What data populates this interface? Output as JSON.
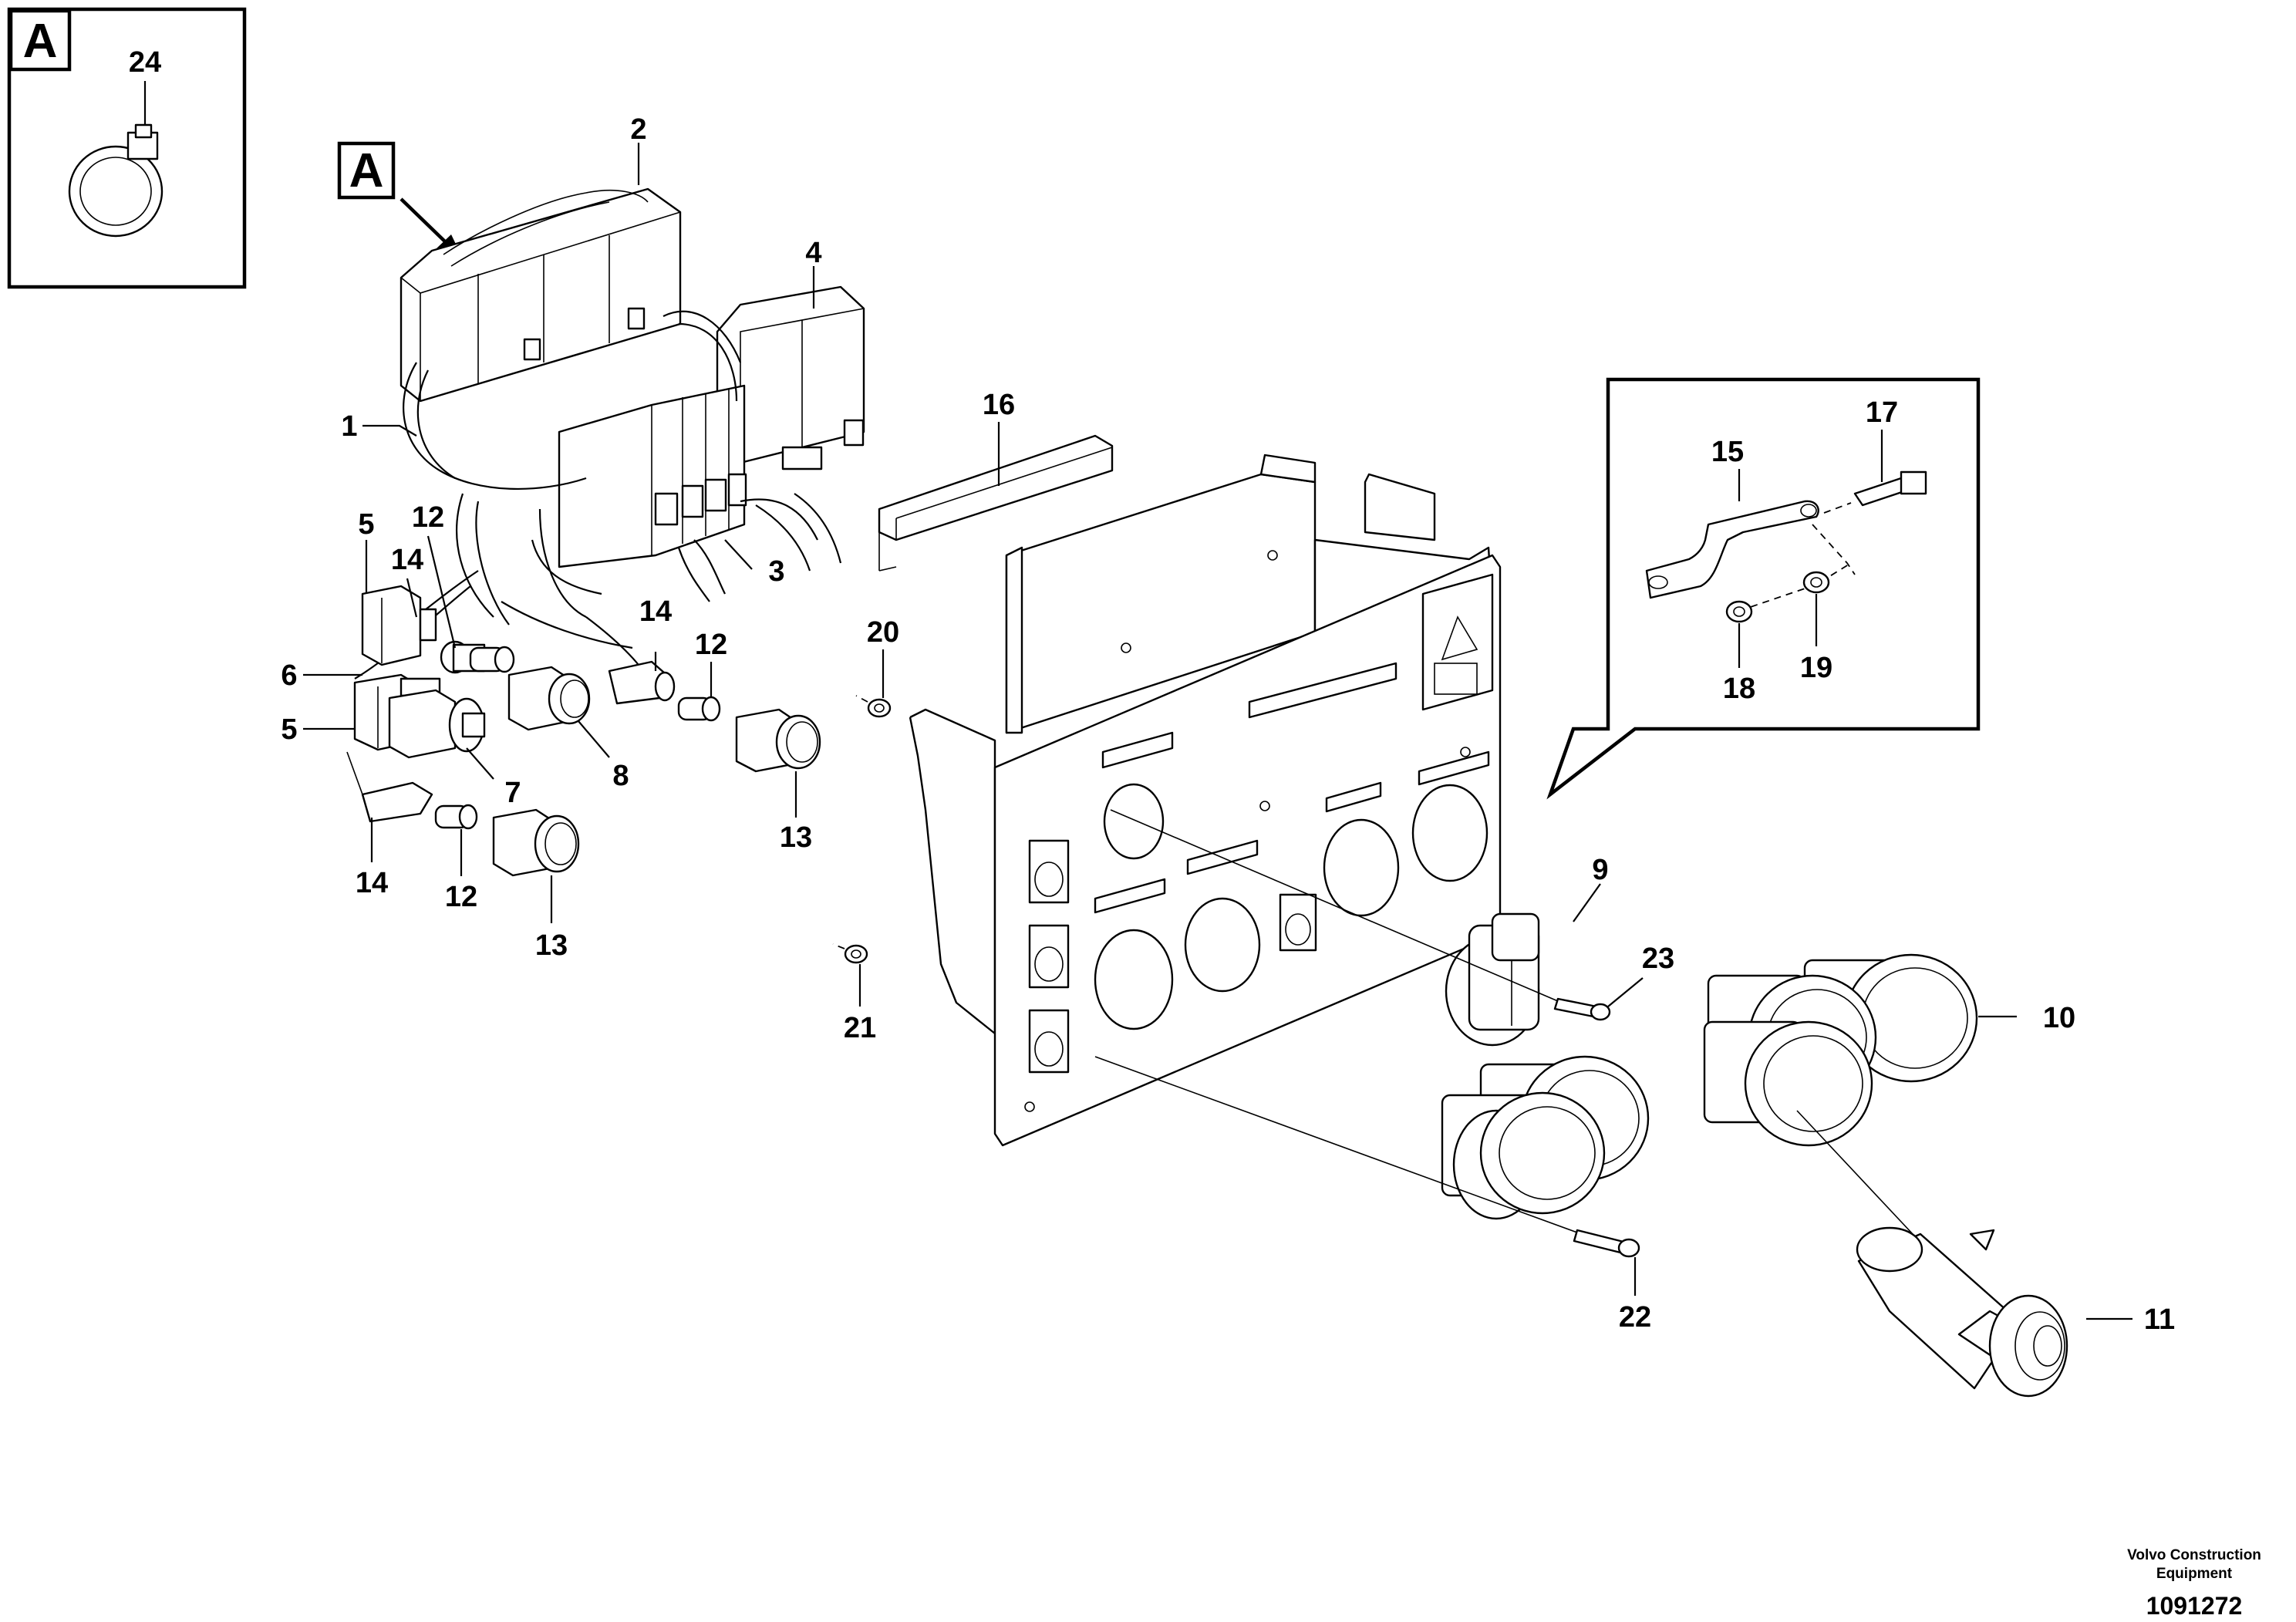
{
  "detail_view": {
    "label": "A",
    "part_number": "24"
  },
  "view_marker": {
    "label": "A"
  },
  "callouts": {
    "c1": "1",
    "c2": "2",
    "c3": "3",
    "c4": "4",
    "c5a": "5",
    "c5b": "5",
    "c6": "6",
    "c7": "7",
    "c8": "8",
    "c9": "9",
    "c10": "10",
    "c11": "11",
    "c12a": "12",
    "c12b": "12",
    "c12c": "12",
    "c13a": "13",
    "c13b": "13",
    "c14a": "14",
    "c14b": "14",
    "c14c": "14",
    "c15": "15",
    "c16": "16",
    "c17": "17",
    "c18": "18",
    "c19": "19",
    "c20": "20",
    "c21": "21",
    "c22": "22",
    "c23": "23"
  },
  "footer": {
    "company_line1": "Volvo Construction",
    "company_line2": "Equipment",
    "drawing_id": "1091272"
  }
}
